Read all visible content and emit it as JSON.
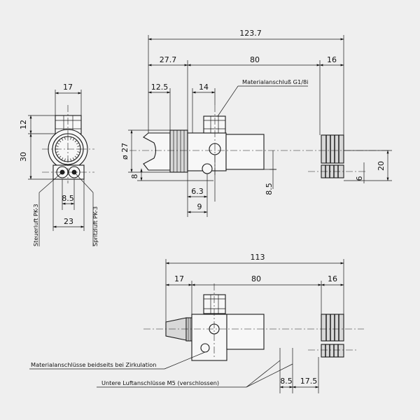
{
  "end_view": {
    "dim_width_top": "17",
    "dim_nut_height": "12",
    "dim_body_height": "30",
    "dim_fitting_spacing": "8.5",
    "dim_bottom_width": "23",
    "label_control_air": "Steuerluft PK-3",
    "label_spray_air": "Spritzluft PK-3"
  },
  "side_view": {
    "dim_overall": "123.7",
    "dim_front": "27.7",
    "dim_body": "80",
    "dim_rear": "16",
    "dim_cap": "12.5",
    "dim_port_offset": "14",
    "label_material_port": "Materialanschluß G1/8i",
    "dim_diameter": "ø 27",
    "dim_hole_height": "8",
    "dim_hole_x": "6.3",
    "dim_hole_span": "9",
    "dim_body_offset": "8.5",
    "dim_height_right": "20",
    "dim_fitting_offset": "6"
  },
  "bottom_view": {
    "dim_overall": "113",
    "dim_front": "17",
    "dim_body": "80",
    "dim_rear": "16",
    "dim_port_spacing": "8.5",
    "dim_port_offset": "17.5",
    "note_material_ports": "Materialanschlüsse beidseits bei Zirkulation",
    "note_lower_air_ports": "Untere Luftanschlüsse M5 (verschlossen)"
  }
}
